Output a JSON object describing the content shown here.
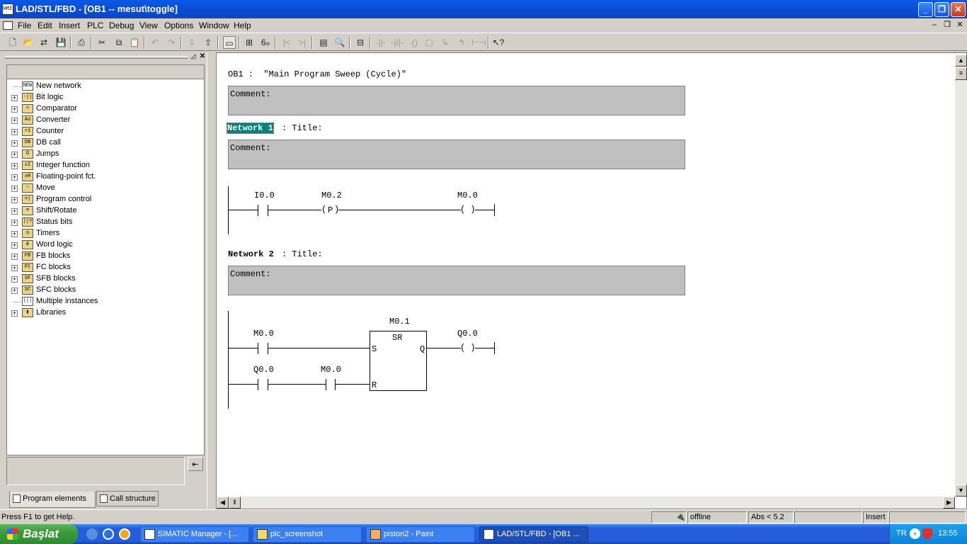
{
  "window": {
    "title": "LAD/STL/FBD  - [OB1 -- mesut\\toggle]"
  },
  "menu": [
    "File",
    "Edit",
    "Insert",
    "PLC",
    "Debug",
    "View",
    "Options",
    "Window",
    "Help"
  ],
  "tree": {
    "items": [
      {
        "label": "New network",
        "icon": "new-network-icon",
        "glyph": "NEW",
        "expandable": false
      },
      {
        "label": "Bit logic",
        "icon": "bit-logic-icon",
        "glyph": "-||",
        "expandable": true
      },
      {
        "label": "Comparator",
        "icon": "comparator-icon",
        "glyph": "<",
        "expandable": true
      },
      {
        "label": "Converter",
        "icon": "converter-icon",
        "glyph": "Ao",
        "expandable": true
      },
      {
        "label": "Counter",
        "icon": "counter-icon",
        "glyph": "+1",
        "expandable": true
      },
      {
        "label": "DB call",
        "icon": "db-call-icon",
        "glyph": "DB",
        "expandable": true
      },
      {
        "label": "Jumps",
        "icon": "jumps-icon",
        "glyph": "G",
        "expandable": true
      },
      {
        "label": "Integer function",
        "icon": "integer-function-icon",
        "glyph": "±I",
        "expandable": true
      },
      {
        "label": "Floating-point fct.",
        "icon": "floating-point-icon",
        "glyph": "±R",
        "expandable": true
      },
      {
        "label": "Move",
        "icon": "move-icon",
        "glyph": "~",
        "expandable": true
      },
      {
        "label": "Program control",
        "icon": "program-control-icon",
        "glyph": "=|",
        "expandable": true
      },
      {
        "label": "Shift/Rotate",
        "icon": "shift-rotate-icon",
        "glyph": "≡",
        "expandable": true
      },
      {
        "label": "Status bits",
        "icon": "status-bits-icon",
        "glyph": "||?",
        "expandable": true
      },
      {
        "label": "Timers",
        "icon": "timers-icon",
        "glyph": "◷",
        "expandable": true
      },
      {
        "label": "Word logic",
        "icon": "word-logic-icon",
        "glyph": "&",
        "expandable": true
      },
      {
        "label": "FB blocks",
        "icon": "fb-blocks-icon",
        "glyph": "FB",
        "expandable": true
      },
      {
        "label": "FC blocks",
        "icon": "fc-blocks-icon",
        "glyph": "FC",
        "expandable": true
      },
      {
        "label": "SFB blocks",
        "icon": "sfb-blocks-icon",
        "glyph": "SF",
        "expandable": true
      },
      {
        "label": "SFC blocks",
        "icon": "sfc-blocks-icon",
        "glyph": "SC",
        "expandable": true
      },
      {
        "label": "Multiple instances",
        "icon": "multiple-instances-icon",
        "glyph": "|||",
        "expandable": false
      },
      {
        "label": "Libraries",
        "icon": "libraries-icon",
        "glyph": "▮",
        "expandable": true
      }
    ]
  },
  "tabs": [
    "Program elements",
    "Call structure"
  ],
  "editor": {
    "block_header": "OB1 :  \"Main Program Sweep (Cycle)\"",
    "comment_label": "Comment:",
    "title_label": ": Title:",
    "networks": [
      {
        "name": "Network 1",
        "contacts": [
          "I0.0"
        ],
        "edge": {
          "address": "M0.2",
          "symbol": "P"
        },
        "coil": "M0.0"
      },
      {
        "name": "Network 2",
        "set_contact": "M0.0",
        "reset_contacts": [
          "Q0.0",
          "M0.0"
        ],
        "block": {
          "address": "M0.1",
          "type": "SR",
          "in_s": "S",
          "in_r": "R",
          "out_q": "Q"
        },
        "coil": "Q0.0"
      }
    ]
  },
  "status": {
    "help": "Press F1 to get Help.",
    "connection": "offline",
    "position": "Abs < 5.2",
    "mode": "Insert"
  },
  "taskbar": {
    "start": "Başlat",
    "tasks": [
      "SIMATIC Manager - [...",
      "plc_screenshot",
      "piston2 - Paint",
      "LAD/STL/FBD  - [OB1 ..."
    ],
    "lang": "TR",
    "clock": "13:55"
  }
}
